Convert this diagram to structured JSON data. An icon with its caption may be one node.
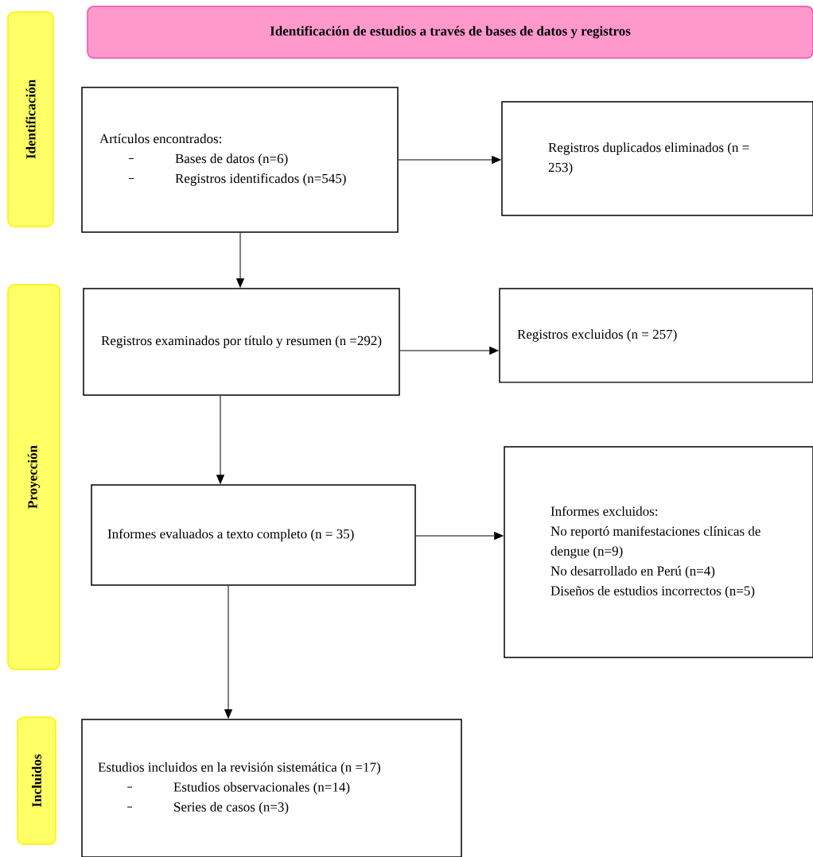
{
  "diagram": {
    "nodes": [
      {
        "text": [
          "Identificación de estudios a través de bases de datos y registros"
        ]
      },
      {
        "text": [
          "Identificación"
        ]
      },
      {
        "text": [
          "Proyección"
        ]
      },
      {
        "text": [
          "Incluidos"
        ]
      },
      {
        "text": [
          "Artículos encontrados:",
          "Bases de datos (n=6)",
          "Registros identificados (n=545)"
        ]
      },
      {
        "text": [
          "Registros duplicados eliminados (n = 253)"
        ]
      },
      {
        "text": [
          "Registros examinados por título y resumen (n =292)"
        ]
      },
      {
        "text": [
          "Registros excluidos (n = 257)"
        ]
      },
      {
        "text": [
          "Informes evaluados a texto completo (n = 35)"
        ]
      },
      {
        "text": [
          "Informes excluidos:",
          "No reportó manifestaciones clínicas de dengue (n=9)",
          "No desarrollado en Perú (n=4)",
          "Diseños de estudios incorrectos (n=5)"
        ]
      },
      {
        "text": [
          "Estudios incluidos en la revisión sistemática (n =17)",
          "Estudios observacionales (n=14)",
          "Series de casos (n=3)"
        ]
      }
    ],
    "edges": [
      {
        "from": 4,
        "to": 5,
        "arrow": "to"
      },
      {
        "from": 4,
        "to": 6,
        "arrow": "to"
      },
      {
        "from": 6,
        "to": 7,
        "arrow": "to"
      },
      {
        "from": 6,
        "to": 8,
        "arrow": "to"
      },
      {
        "from": 8,
        "to": 9,
        "arrow": "to"
      },
      {
        "from": 8,
        "to": 10,
        "arrow": "to"
      }
    ]
  }
}
